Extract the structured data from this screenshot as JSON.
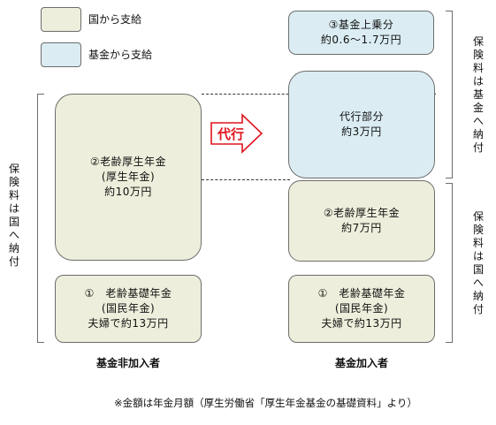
{
  "legend": {
    "national": "国から支給",
    "fund": "基金から支給"
  },
  "left_column": {
    "welfare_box": [
      "②老齢厚生年金",
      "(厚生年金)",
      "約10万円"
    ],
    "basic_box": [
      "①　老齢基礎年金",
      "(国民年金)",
      "夫婦で約13万円"
    ],
    "label": "基金非加入者",
    "side_text": [
      "保",
      "険",
      "料",
      "は",
      "国",
      "へ",
      "納",
      "付"
    ]
  },
  "right_column": {
    "fund_extra_box": [
      "③基金上乗分",
      "約0.6～1.7万円"
    ],
    "substitute_box": [
      "代行部分",
      "約3万円"
    ],
    "welfare_box": [
      "②老齢厚生年金",
      "約7万円"
    ],
    "basic_box": [
      "①　老齢基礎年金",
      "(国民年金)",
      "夫婦で約13万円"
    ],
    "label": "基金加入者",
    "side_text_top": [
      "保",
      "険",
      "料",
      "は",
      "基",
      "金",
      "へ",
      "納",
      "付"
    ],
    "side_text_bottom": [
      "保",
      "険",
      "料",
      "は",
      "国",
      "へ",
      "納",
      "付"
    ]
  },
  "arrow": {
    "label": "代行",
    "fill": "#ffffff",
    "stroke": "#e0141e"
  },
  "colors": {
    "national": "#eeeedc",
    "fund": "#dbedf3"
  },
  "footnote": "※金額は年金月額（厚生労働省「厚生年金基金の基礎資料」より）"
}
